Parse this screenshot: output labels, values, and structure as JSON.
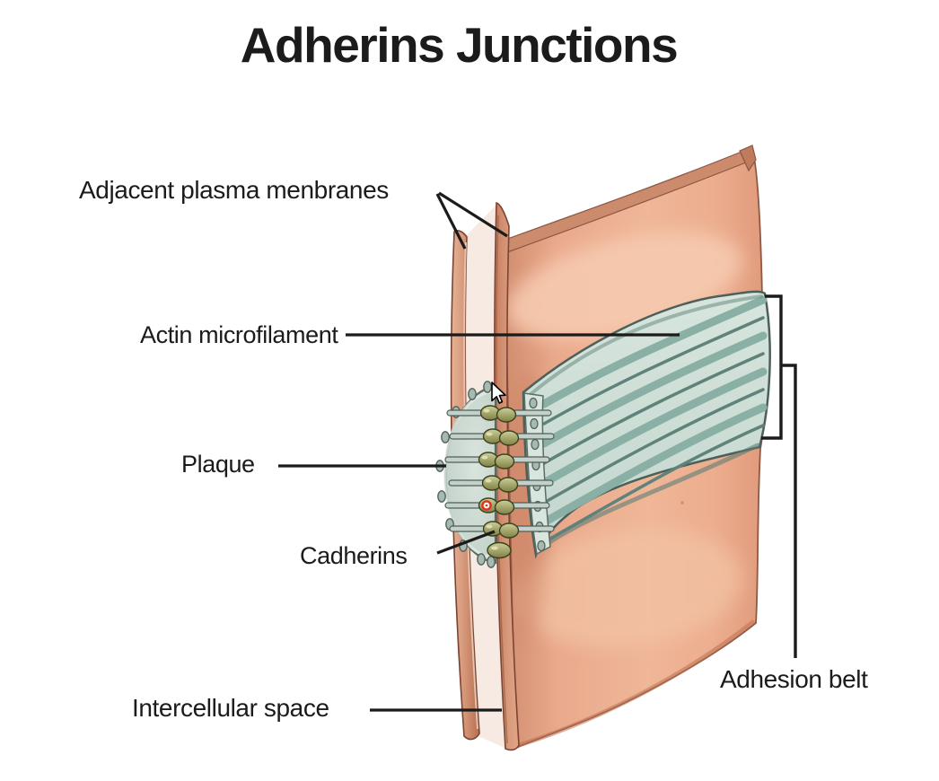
{
  "title": "Adherins Junctions",
  "labels": {
    "adjacent_membranes": "Adjacent plasma menbranes",
    "actin_microfilament": "Actin microfilament",
    "plaque": "Plaque",
    "cadherins": "Cadherins",
    "intercellular_space": "Intercellular space",
    "adhesion_belt": "Adhesion belt"
  },
  "icons": {
    "cursor": "mouse-pointer-icon",
    "marker": "red-ring-marker"
  },
  "colors": {
    "background": "#ffffff",
    "text": "#1b1b1b",
    "line": "#1b1b1b",
    "cell-base": "#e9a88b",
    "cell-highlight": "#f6cab0",
    "membrane": "#cf8d70",
    "membrane-outline": "#7c4434",
    "intercellular": "#f6eae2",
    "plaque-fill": "#ccdcd3",
    "plaque-outline": "#5a6c64",
    "band-fill": "#cfe0d7",
    "band-stripe": "#8ab0a5",
    "band-stripe-dark": "#5f837b",
    "cadherin": "#a6a763",
    "pin": "#c4d0ca",
    "marker-red": "#e0321f"
  }
}
